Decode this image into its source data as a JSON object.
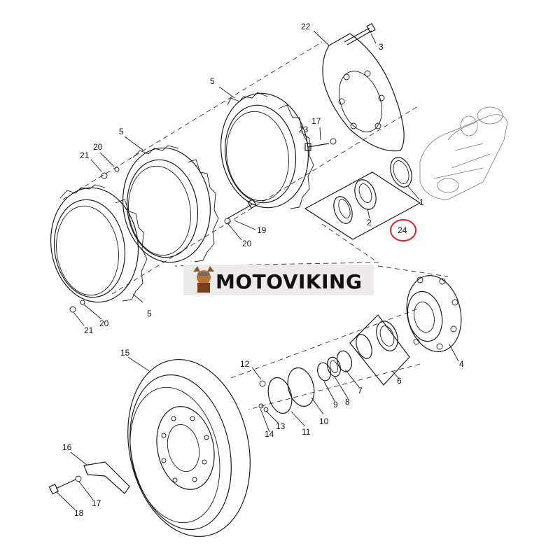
{
  "diagram": {
    "callouts": [
      {
        "id": "c22",
        "label": "22"
      },
      {
        "id": "c3",
        "label": "3"
      },
      {
        "id": "c5a",
        "label": "5"
      },
      {
        "id": "c5b",
        "label": "5"
      },
      {
        "id": "c5c",
        "label": "5"
      },
      {
        "id": "c17a",
        "label": "17"
      },
      {
        "id": "c23",
        "label": "23"
      },
      {
        "id": "c21a",
        "label": "21"
      },
      {
        "id": "c20a",
        "label": "20"
      },
      {
        "id": "c19",
        "label": "19"
      },
      {
        "id": "c20b",
        "label": "20"
      },
      {
        "id": "c1",
        "label": "1"
      },
      {
        "id": "c2",
        "label": "2"
      },
      {
        "id": "c24",
        "label": "24"
      },
      {
        "id": "c21b",
        "label": "21"
      },
      {
        "id": "c20c",
        "label": "20"
      },
      {
        "id": "c4",
        "label": "4"
      },
      {
        "id": "c6",
        "label": "6"
      },
      {
        "id": "c7",
        "label": "7"
      },
      {
        "id": "c8",
        "label": "8"
      },
      {
        "id": "c9",
        "label": "9"
      },
      {
        "id": "c10",
        "label": "10"
      },
      {
        "id": "c11",
        "label": "11"
      },
      {
        "id": "c12",
        "label": "12"
      },
      {
        "id": "c13",
        "label": "13"
      },
      {
        "id": "c14",
        "label": "14"
      },
      {
        "id": "c15",
        "label": "15"
      },
      {
        "id": "c16",
        "label": "16"
      },
      {
        "id": "c17b",
        "label": "17"
      },
      {
        "id": "c18",
        "label": "18"
      }
    ],
    "highlight": {
      "label": "24",
      "color": "#d9232d"
    },
    "watermark": {
      "text": "MOTOVIKING",
      "logo": "viking-mascot-icon"
    },
    "colors": {
      "line": "#1a1a1a",
      "watermark_bg": "#ecebea"
    }
  }
}
